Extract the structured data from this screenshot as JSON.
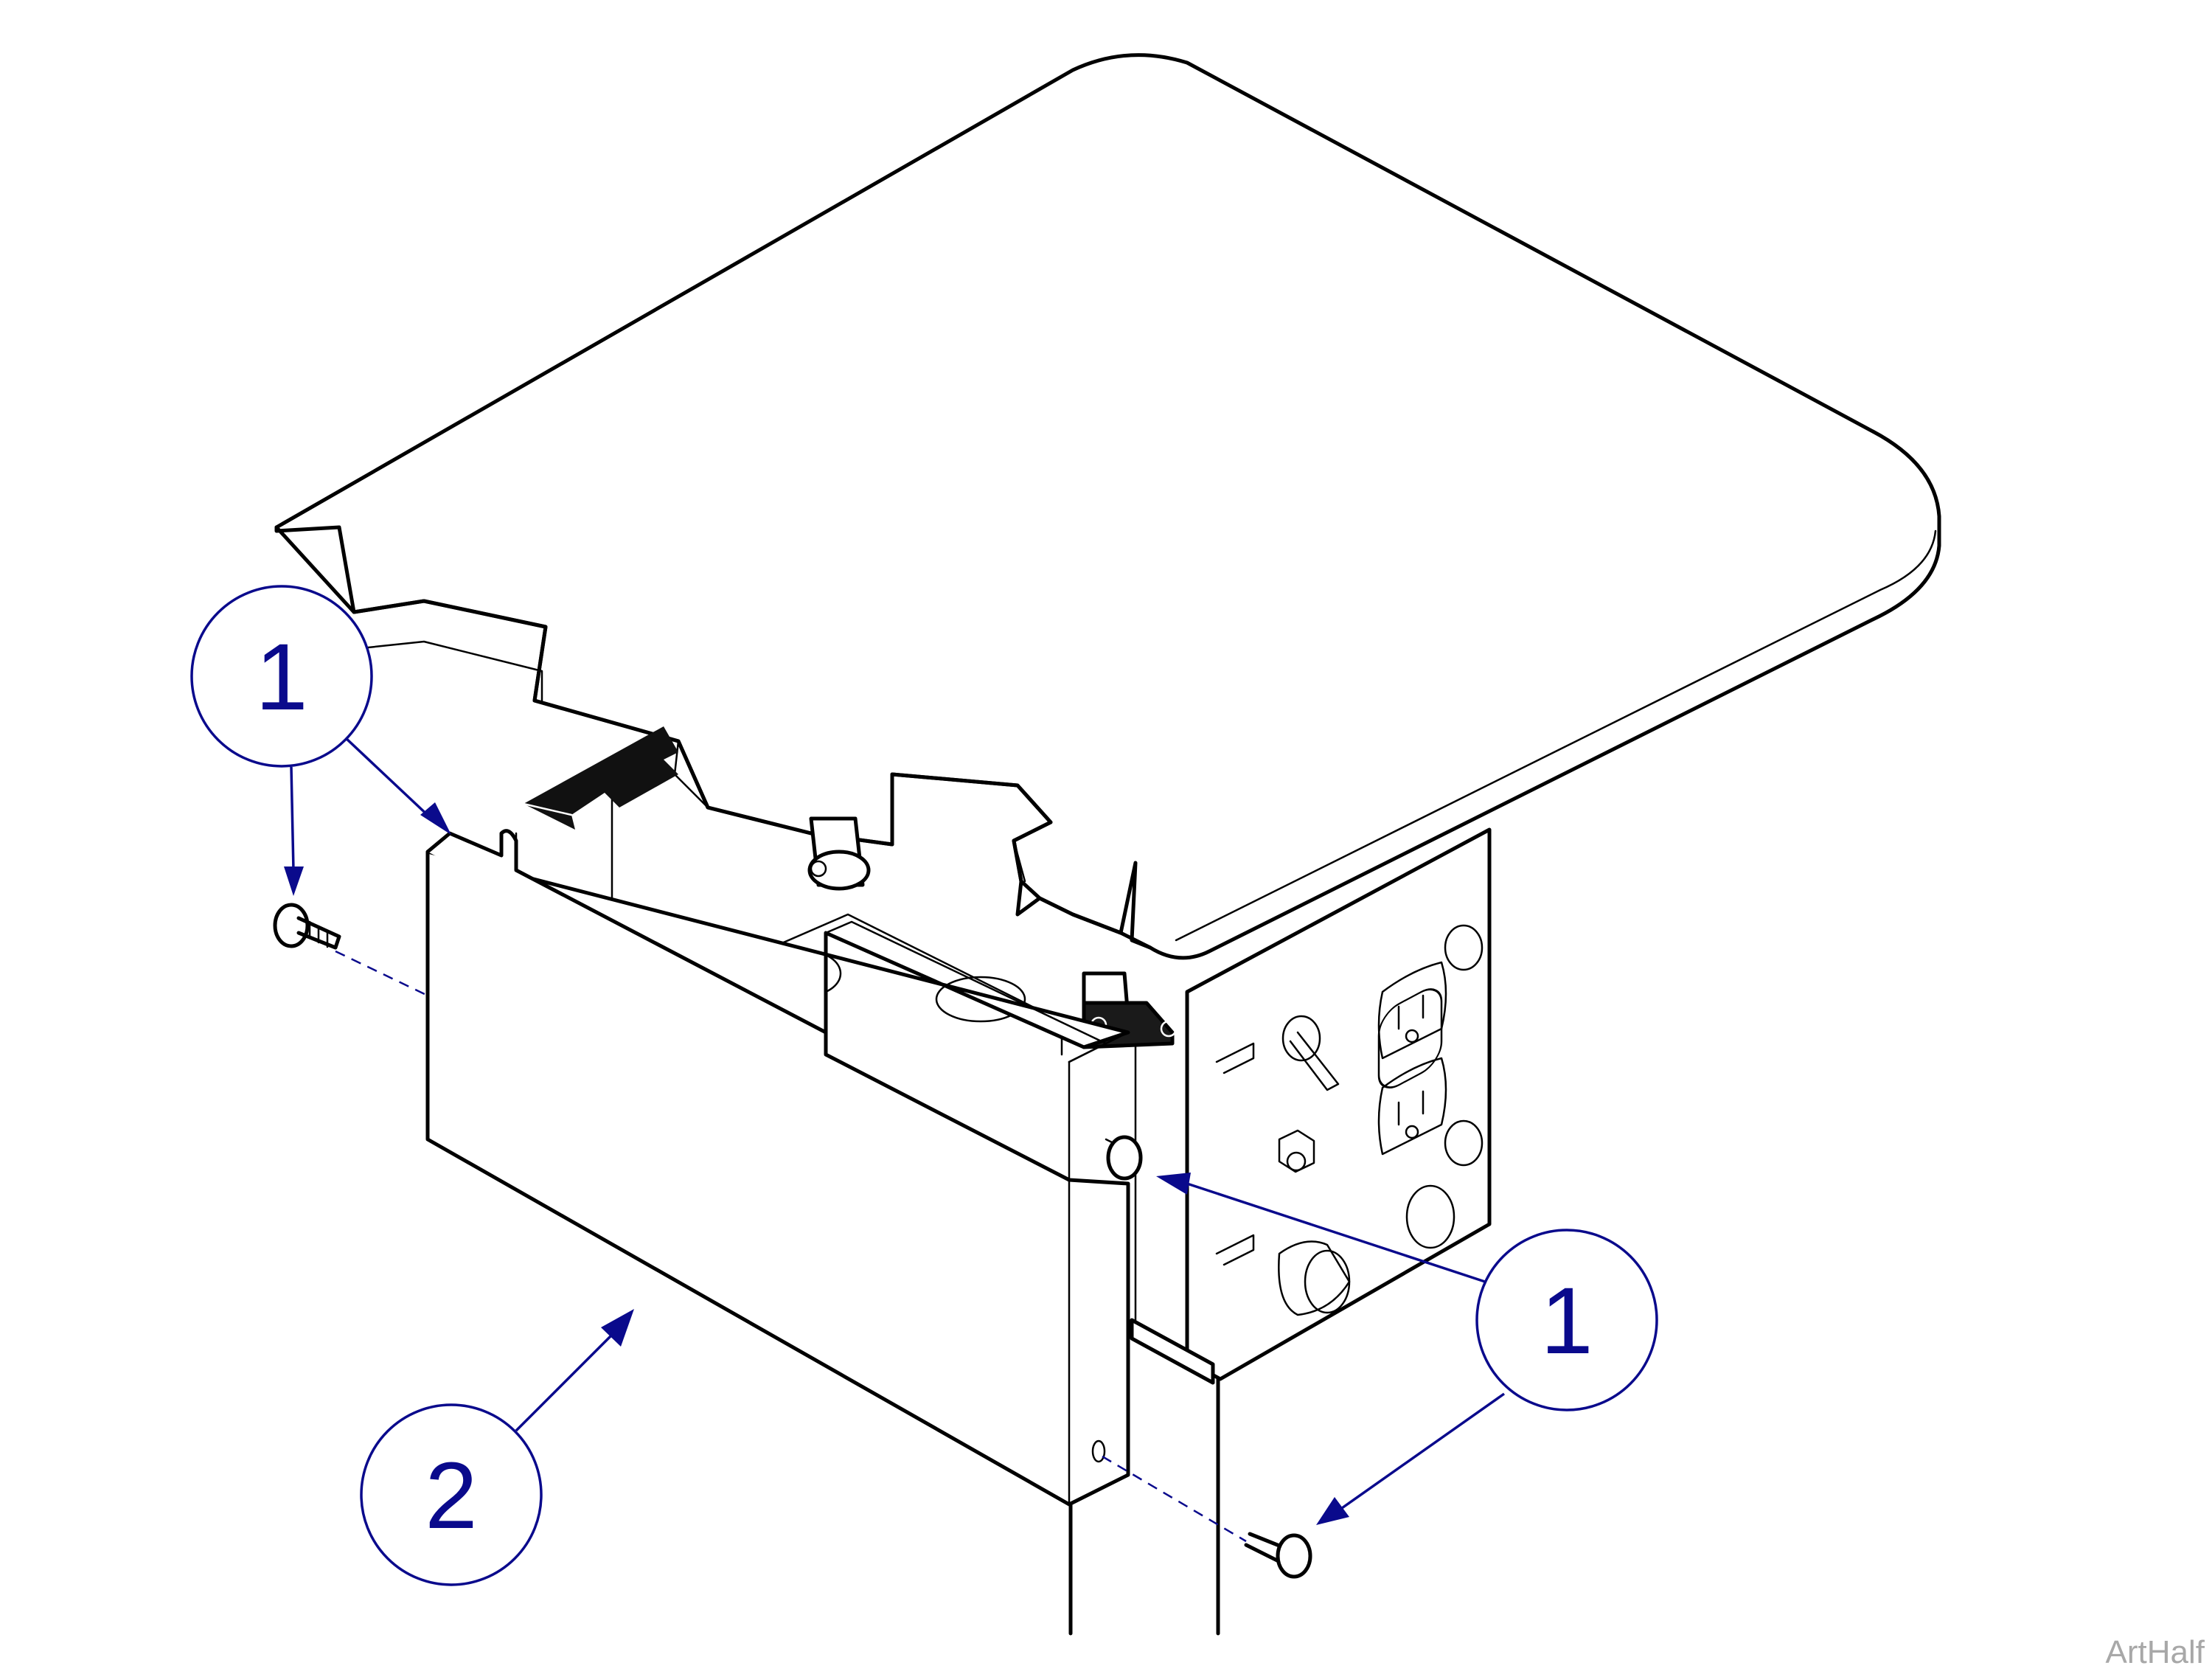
{
  "callouts": [
    {
      "id": "callout-1-left",
      "label": "1"
    },
    {
      "id": "callout-1-right",
      "label": "1"
    },
    {
      "id": "callout-2",
      "label": "2"
    }
  ],
  "watermark": "ArtHalf",
  "colors": {
    "callout": "#0a0a8c",
    "line": "#000000",
    "watermark": "#a8a8a8"
  },
  "icons": [
    "thumb-screw-icon",
    "direction-arrow-icon",
    "outlet-icon",
    "toggle-switch-icon"
  ]
}
